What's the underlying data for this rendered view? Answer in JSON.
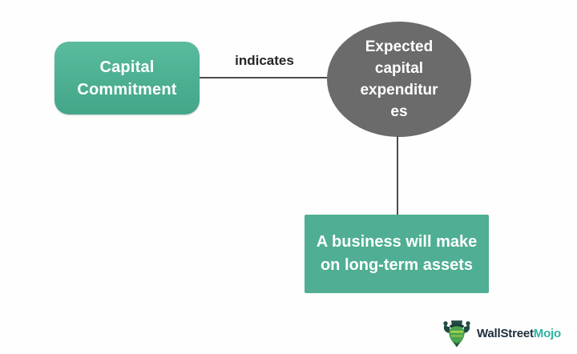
{
  "diagram": {
    "node_capital_commitment": {
      "lines": [
        "Capital",
        "Commitment"
      ]
    },
    "edge_indicates": {
      "label": "indicates"
    },
    "node_expected_capex": {
      "lines": [
        "Expected",
        "capital",
        "expenditur",
        "es"
      ]
    },
    "node_business_assets": {
      "lines": [
        "A business will make",
        "on long-term assets"
      ]
    }
  },
  "branding": {
    "brand_dark": "WallStreet",
    "brand_accent": "Mojo",
    "icon": "wallstreetmojo-bull-icon"
  },
  "colors": {
    "node_green": "#4fae93",
    "node_gray": "#6b6b6b",
    "connector": "#4d4d4d",
    "edge_label_text": "#262626",
    "brand_navy": "#1e2e3a",
    "brand_teal": "#2fb3a0",
    "background": "#fefefe"
  }
}
